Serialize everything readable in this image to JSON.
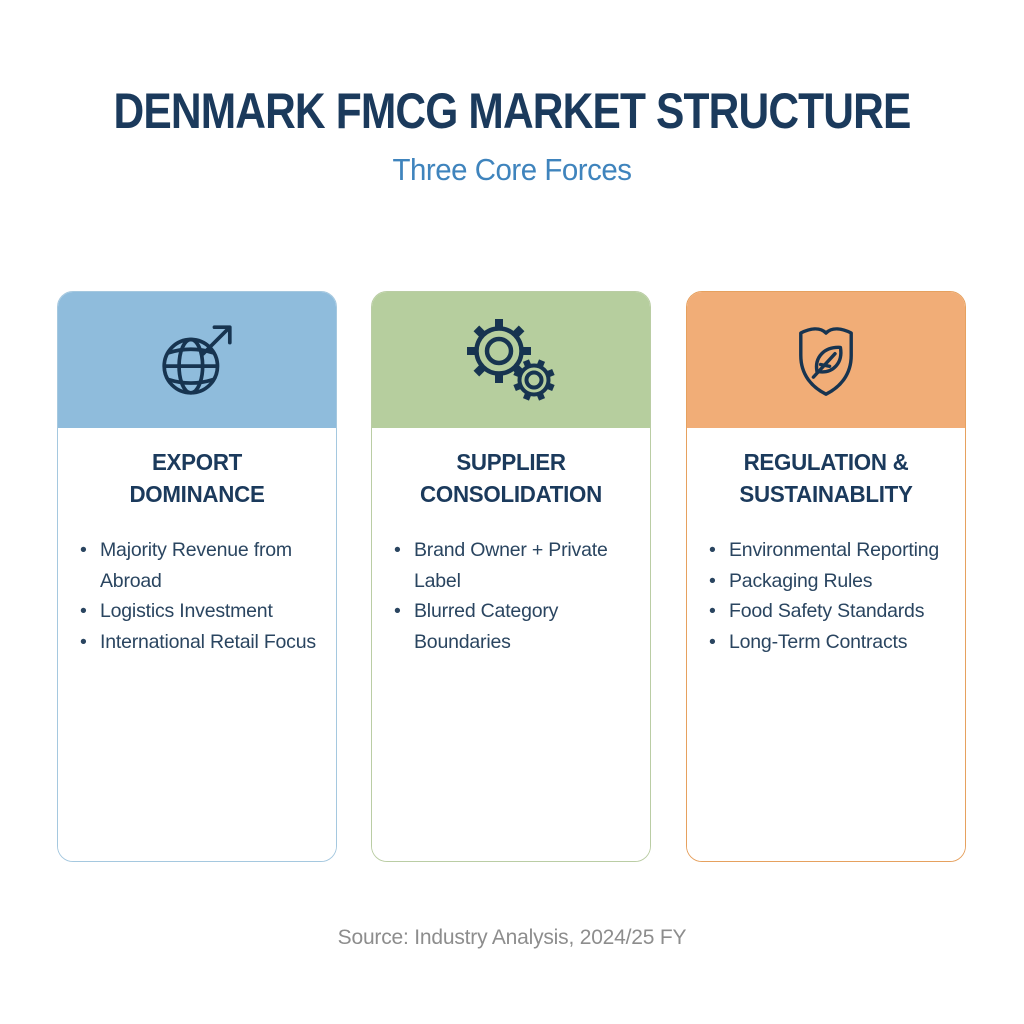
{
  "header": {
    "title": "DENMARK FMCG MARKET STRUCTURE",
    "subtitle": "Three Core Forces"
  },
  "cards": [
    {
      "id": "export-dominance",
      "title": "EXPORT\nDOMINANCE",
      "icon": "globe-export-icon",
      "bullets": [
        "Majority Revenue from Abroad",
        "Logistics Investment",
        "International Retail Focus"
      ]
    },
    {
      "id": "supplier-consolidation",
      "title": "SUPPLIER\nCONSOLIDATION",
      "icon": "gears-icon",
      "bullets": [
        "Brand Owner + Private Label",
        "Blurred Category Boundaries"
      ]
    },
    {
      "id": "regulation-sustainability",
      "title": "REGULATION &\nSUSTAINABLITY",
      "icon": "shield-leaf-icon",
      "bullets": [
        "Environmental Reporting",
        "Packaging Rules",
        "Food Safety Standards",
        "Long-Term Contracts"
      ]
    }
  ],
  "footer": {
    "source": "Source: Industry Analysis, 2024/25 FY"
  },
  "colors": {
    "title-navy": "#1b3a5c",
    "subtitle-blue": "#3f84bd",
    "icon-navy": "#173450",
    "text-navy": "#2a4560",
    "card1-header": "#8fbcdc",
    "card1-border": "#a5c8df",
    "card2-header": "#b6ce9e",
    "card2-border": "#bacda4",
    "card3-header": "#f1ad77",
    "card3-border": "#e6a15f",
    "source-gray": "#8d8d8d"
  }
}
